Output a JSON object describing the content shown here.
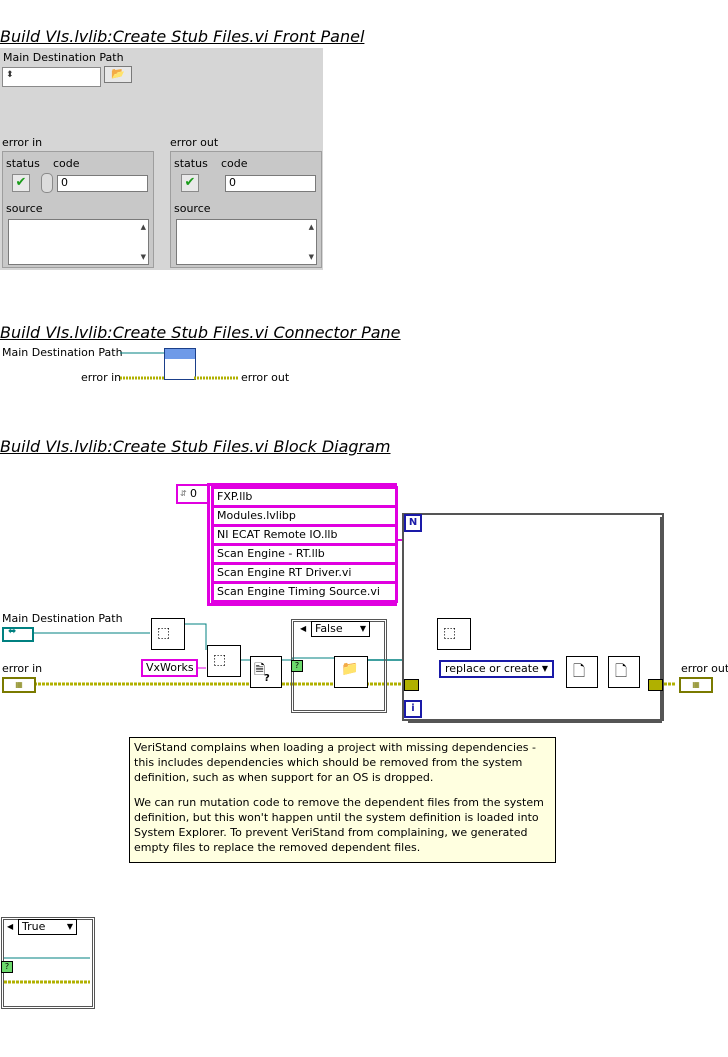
{
  "front_panel": {
    "heading": "Build VIs.lvlib:Create Stub Files.vi Front Panel",
    "main_destination_path_label": "Main Destination Path",
    "error_in": {
      "label": "error in",
      "status_label": "status",
      "code_label": "code",
      "code_value": "0",
      "source_label": "source"
    },
    "error_out": {
      "label": "error out",
      "status_label": "status",
      "code_label": "code",
      "code_value": "0",
      "source_label": "source"
    }
  },
  "connector_pane": {
    "heading": "Build VIs.lvlib:Create Stub Files.vi Connector Pane",
    "main_destination_path": "Main Destination Path",
    "error_in": "error in",
    "error_out": "error out"
  },
  "block_diagram": {
    "heading": "Build VIs.lvlib:Create Stub Files.vi Block Diagram",
    "index_value": "0",
    "string_array": [
      "FXP.llb",
      "Modules.lvlibp",
      "NI ECAT Remote IO.llb",
      "Scan Engine - RT.llb",
      "Scan Engine RT Driver.vi",
      "Scan Engine Timing Source.vi"
    ],
    "main_destination_path_label": "Main Destination Path",
    "error_in_label": "error in",
    "error_out_label": "error out",
    "vxworks_constant": "VxWorks",
    "case_false_label": "False",
    "case_true_label": "True",
    "loop_count_label": "N",
    "loop_index_label": "i",
    "operation_enum": "replace or create",
    "comment_paragraph_1": "VeriStand complains when loading a project with missing dependencies - this includes dependencies which should be removed from the system definition, such as when support for an OS is dropped.",
    "comment_paragraph_2": "We can run mutation code to remove the dependent files from the system definition, but this won't happen until the system definition is loaded into System Explorer. To prevent VeriStand from complaining, we generated empty files to replace the removed dependent files."
  },
  "colors": {
    "path_wire": "#008080",
    "error_wire": "#b0b000",
    "string_wire": "#e000e0",
    "enum_blue": "#1a1aa8",
    "comment_bg": "#ffffe0"
  }
}
